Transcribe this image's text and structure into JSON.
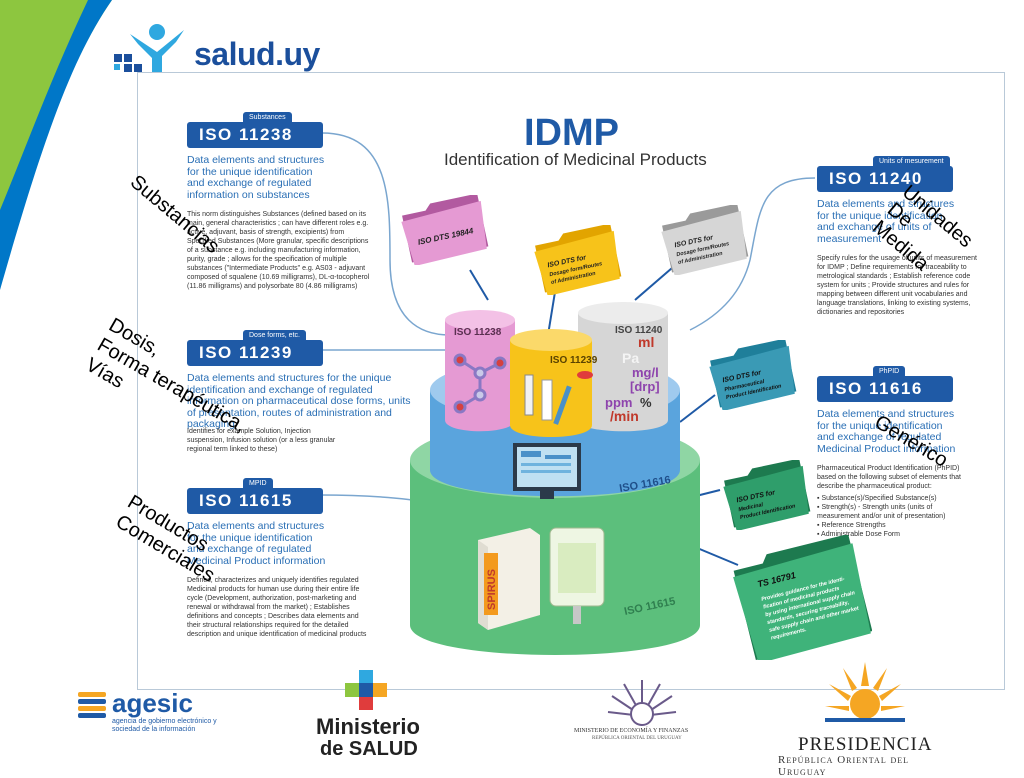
{
  "header": {
    "logo_text": "salud.uy"
  },
  "title": {
    "main": "IDMP",
    "subtitle": "Identification of Medicinal Products"
  },
  "blocks": {
    "substances": {
      "tab": "Substances",
      "iso": "ISO 11238",
      "headline": "Data elements and structures for the unique identification and exchange of regulated information on substances",
      "body": "This norm distinguishes Substances (defined based on its main, general characteristics ; can have different roles e.g. active, adjuvant, basis of strength, excipients) from Specified Substances (More granular, specific descriptions of a substance e.g. including manufacturing information, purity, grade ; allows for the specification of multiple substances (\"Intermediate Products\" e.g. AS03 - adjuvant composed of squalene (10.69 milligrams), DL-α-tocopherol (11.86 milligrams) and polysorbate 80 (4.86 milligrams)"
    },
    "dose": {
      "tab": "Dose forms, etc.",
      "iso": "ISO 11239",
      "headline": "Data elements and structures for the unique identification and exchange of regulated information on pharmaceutical dose forms, units of presentation, routes of administration and packaging",
      "body": "Identifies for example Solution, Injection suspension, Infusion solution (or a less granular regional term linked to these)"
    },
    "mpid": {
      "tab": "MPID",
      "iso": "ISO 11615",
      "headline": "Data elements and structures for the unique identification and exchange of regulated Medicinal Product information",
      "body": "Defines, characterizes and uniquely identifies regulated Medicinal products for human use during their entire life cycle (Development, authorization, post-marketing and renewal or withdrawal from the market) ; Establishes definitions and concepts ; Describes data elements and their structural relationships required for the detailed description and unique identification of medicinal products"
    },
    "units": {
      "tab": "Units of mesurement",
      "iso": "ISO 11240",
      "headline": "Data elements and structures for the unique identification and exchange of units of measurement",
      "body": "Specify rules for the usage of units of measurement for IDMP ; Define requirements for traceability to metrological standards ; Establish reference code system for units ; Provide structures and rules for mapping between different unit vocabularies and language translations, linking to existing systems, dictionaries and repositories"
    },
    "phpid": {
      "tab": "PhPID",
      "iso": "ISO 11616",
      "headline": "Data elements and structures for the unique identification and exchange of regulated Medicinal Product information",
      "intro": "Pharmaceutical Product Identification (PhPID) based on the following subset of elements that describe the pharmaceutical product:",
      "bullets": [
        "Substance(s)/Specified Substance(s)",
        "Strength(s) - Strength units (units of measurement and/or unit of presentation)",
        "Reference Strengths",
        "Administrable Dose Form"
      ]
    }
  },
  "folders": {
    "dts19844": "ISO DTS 19844",
    "dose_yellow": "ISO DTS for Dosage form/Routes of Administration",
    "dose_grey": "ISO DTS for Dosage form/Routes of Administration",
    "ppi_blue": "ISO DTS for Pharmaceutical Product Identification",
    "mpi_green": "ISO DTS for Medicinal Product Identification",
    "ts16791_title": "TS 16791",
    "ts16791_body": "Provides guidance for the identification of medicinal products by using international supply chain standards, securing traceability, safe supply chain and other market requirements."
  },
  "cylinders": {
    "pink": "ISO 11238",
    "yellow": "ISO 11239",
    "grey": "ISO 11240",
    "blue": "ISO 11616",
    "green": "ISO 11615",
    "units_text": [
      "ml",
      "Pa",
      "mg/l",
      "[drp]",
      "ppm",
      "%",
      "/min"
    ],
    "box_label": "SPIRUS"
  },
  "overlays": {
    "substancias": "Substancias",
    "dosis": "Dosis,\nForma terapéutica,\nVías",
    "productos": "Productos\nComerciales",
    "unidades": "Unidades\nDe\nMedida",
    "generico": "Genérico"
  },
  "footer": {
    "agesic_name": "agesic",
    "agesic_sub": "agencia de gobierno electrónico y sociedad de la información",
    "ministerio_line1": "Ministerio",
    "ministerio_line2": "de SALUD",
    "mef_line1": "MINISTERIO DE ECONOMÍA Y FINANZAS",
    "mef_line2": "REPÚBLICA ORIENTAL DEL URUGUAY",
    "presidencia_line1": "PRESIDENCIA",
    "presidencia_line2": "República Oriental del Uruguay"
  },
  "colors": {
    "iso_blue": "#1f5aa6",
    "headline_blue": "#2a6fb5",
    "left_green": "#8dc63f",
    "left_blue": "#0077c8",
    "pink": "#e59ad3",
    "yellow": "#f7c31a",
    "grey": "#c8c8c8",
    "cyl_blue": "#5aa4dd",
    "cyl_green": "#5cbf7c",
    "folder_teal": "#3a9ab5",
    "folder_green": "#2f9e6b"
  }
}
